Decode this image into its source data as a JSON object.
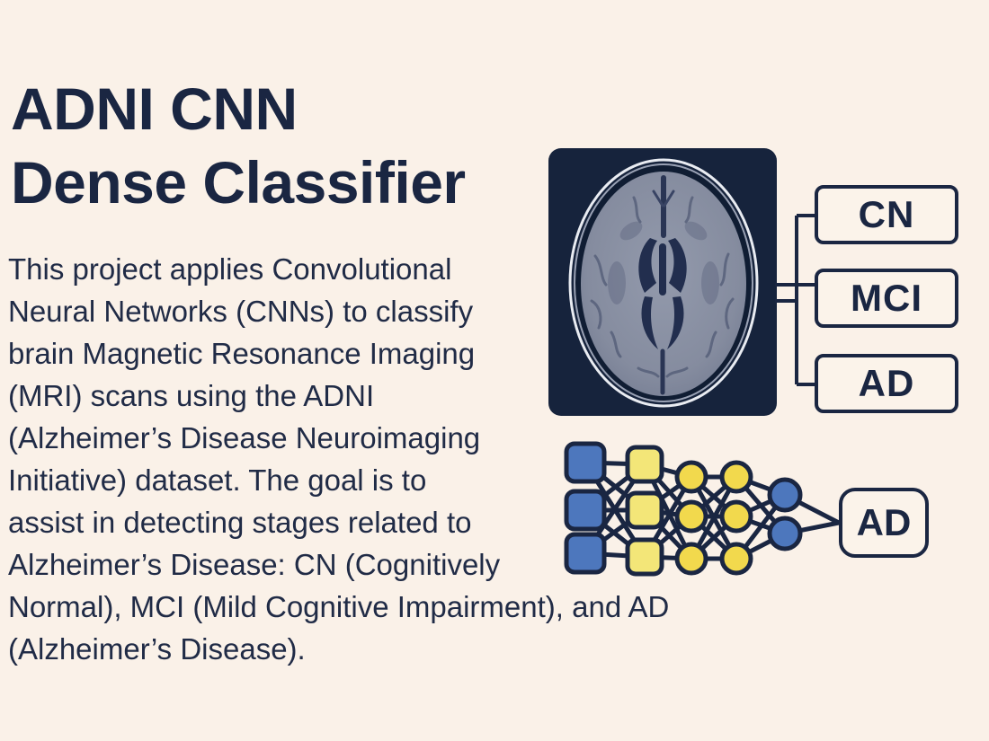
{
  "colors": {
    "background": "#faf1e8",
    "navy": "#1a2642",
    "mri_panel_navy": "#16233c",
    "node_blue": "#4d77bd",
    "node_yellow_square": "#f3e678",
    "node_yellow_circle": "#f2d94d"
  },
  "title": "ADNI CNN\nDense Classifier",
  "description": "This project applies Convolutional\nNeural Networks (CNNs) to classify\nbrain Magnetic Resonance Imaging\n(MRI) scans using the ADNI\n(Alzheimer’s Disease Neuroimaging\nInitiative) dataset. The goal is to\nassist in detecting stages related to\nAlzheimer’s Disease: CN (Cognitively\nNormal), MCI (Mild Cognitive Impairment), and AD\n(Alzheimer’s Disease).",
  "mri_panel": {
    "content": "axial brain MRI scan"
  },
  "classification": {
    "classes": [
      {
        "label": "CN"
      },
      {
        "label": "MCI"
      },
      {
        "label": "AD"
      }
    ]
  },
  "network": {
    "layers": [
      {
        "shape": "square",
        "color": "blue",
        "count": 3
      },
      {
        "shape": "square",
        "color": "yellow",
        "count": 3
      },
      {
        "shape": "circle",
        "color": "yellow",
        "count": 3
      },
      {
        "shape": "circle",
        "color": "yellow",
        "count": 3
      },
      {
        "shape": "circle",
        "color": "blue",
        "count": 2
      }
    ],
    "output_label": "AD"
  }
}
